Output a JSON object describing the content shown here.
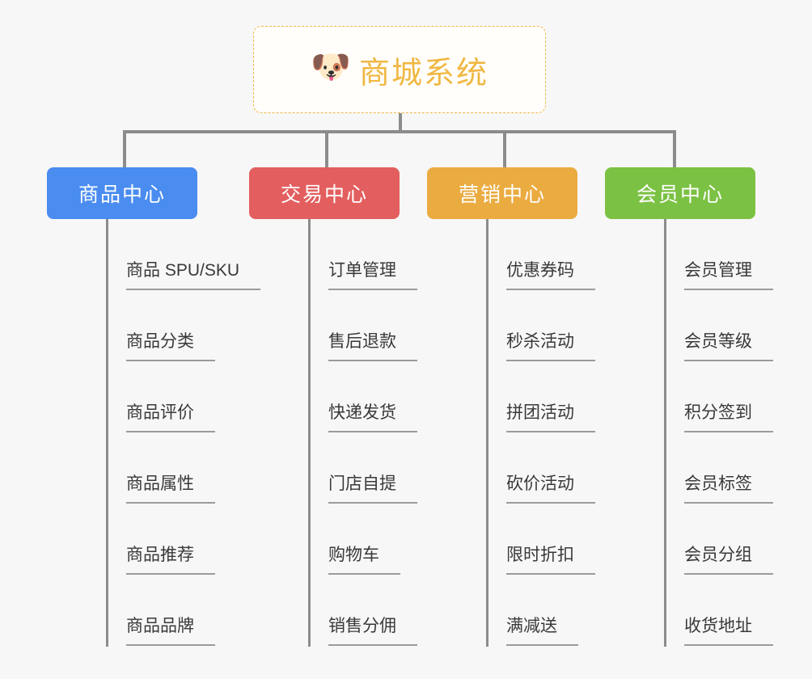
{
  "diagram": {
    "title": "商城系统",
    "root": {
      "label": "商城系统",
      "icon": "dog-face-emoji",
      "icon_glyph": "🐶",
      "text_color": "#f0b843",
      "border_color": "#f0b843"
    },
    "background_color": "#f7f7f7",
    "connector_color": "#8c8c8c",
    "leaf_text_color": "#393939",
    "leaf_divider_color": "#9b9b9b",
    "columns": [
      {
        "label": "商品中心",
        "color": "#4a8cf0",
        "items": [
          "商品 SPU/SKU",
          "商品分类",
          "商品评价",
          "商品属性",
          "商品推荐",
          "商品品牌"
        ]
      },
      {
        "label": "交易中心",
        "color": "#e35e5e",
        "items": [
          "订单管理",
          "售后退款",
          "快递发货",
          "门店自提",
          "购物车",
          "销售分佣"
        ]
      },
      {
        "label": "营销中心",
        "color": "#eaab40",
        "items": [
          "优惠券码",
          "秒杀活动",
          "拼团活动",
          "砍价活动",
          "限时折扣",
          "满减送"
        ]
      },
      {
        "label": "会员中心",
        "color": "#7bc143",
        "items": [
          "会员管理",
          "会员等级",
          "积分签到",
          "会员标签",
          "会员分组",
          "收货地址"
        ]
      }
    ]
  }
}
